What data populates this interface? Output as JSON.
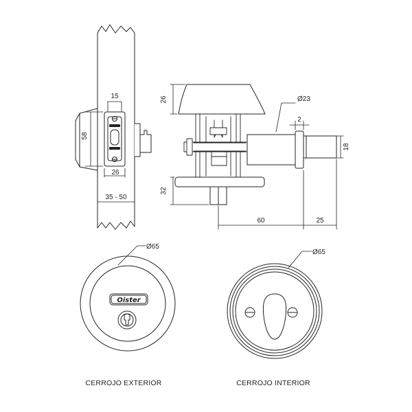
{
  "dimensions": {
    "latch_width": "15",
    "latch_height": "58",
    "backset_width": "26",
    "door_thickness": "35 - 50",
    "knob_height": "26",
    "rose_depth": "32",
    "cylinder_diameter": "Ø23",
    "gap": "2",
    "spindle_height": "18",
    "length_main": "60",
    "length_tail": "25",
    "exterior_diameter": "Ø65",
    "interior_diameter": "Ø65"
  },
  "brand": {
    "logo_text": "Oister",
    "plate_text": "Oister"
  },
  "captions": {
    "exterior": "CERROJO EXTERIOR",
    "interior": "CERROJO INTERIOR"
  },
  "colors": {
    "line": "#222222",
    "background": "#ffffff"
  }
}
